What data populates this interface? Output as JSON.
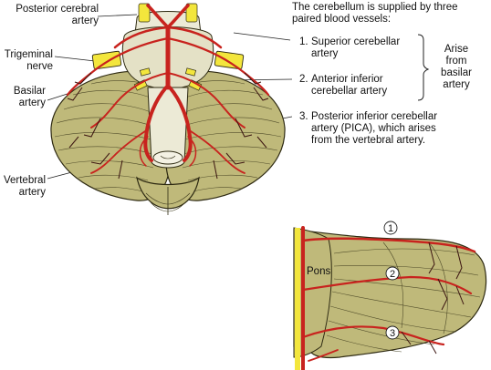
{
  "left_labels": {
    "posterior_cerebral": [
      "Posterior cerebral",
      "artery"
    ],
    "trigeminal": [
      "Trigeminal",
      "nerve"
    ],
    "basilar": [
      "Basilar",
      "artery"
    ],
    "vertebral": [
      "Vertebral",
      "artery"
    ]
  },
  "intro": [
    "The cerebellum is supplied by three",
    "paired blood vessels:"
  ],
  "vessels": [
    {
      "num": "1.",
      "lines": [
        "Superior cerebellar",
        "artery"
      ]
    },
    {
      "num": "2.",
      "lines": [
        "Anterior inferior",
        "cerebellar artery"
      ]
    },
    {
      "num": "3.",
      "lines": [
        "Posterior inferior cerebellar",
        "artery (PICA), which arises",
        "from the vertebral artery."
      ]
    }
  ],
  "bracket_note": [
    "Arise",
    "from",
    "basilar",
    "artery"
  ],
  "inset": {
    "pons_label": "Pons",
    "markers": [
      "1",
      "2",
      "3"
    ]
  },
  "colors": {
    "cerebellum": "#bfb97a",
    "artery": "#c8231e",
    "nerve": "#f3e63c",
    "brainstem": "#ecead6"
  }
}
